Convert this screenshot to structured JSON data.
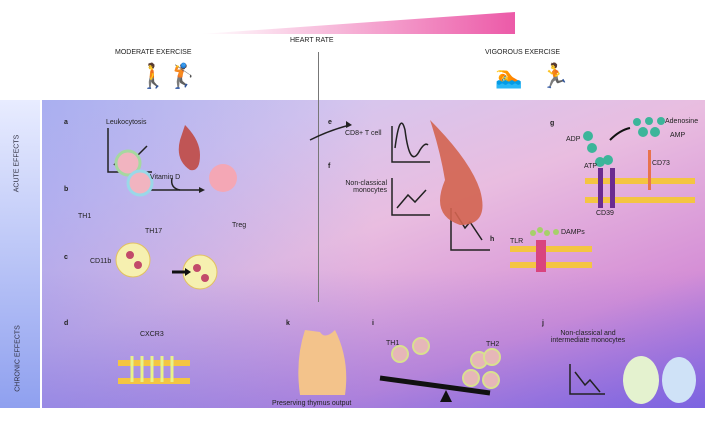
{
  "header": {
    "heart_rate": "HEART RATE",
    "moderate": "MODERATE EXERCISE",
    "vigorous": "VIGOROUS EXERCISE"
  },
  "side": {
    "acute": "ACUTE EFFECTS",
    "chronic": "CHRONIC EFFECTS"
  },
  "panels": {
    "a": {
      "letter": "a",
      "title": "Leukocytosis"
    },
    "b": {
      "letter": "b",
      "vitd": "Vitamin D",
      "th1": "TH1",
      "th17": "TH17",
      "treg": "Treg"
    },
    "c": {
      "letter": "c",
      "cd11b": "CD11b"
    },
    "d": {
      "letter": "d",
      "cxcr3": "CXCR3"
    },
    "e": {
      "letter": "e",
      "title": "CD8+ T cell"
    },
    "f": {
      "letter": "f",
      "title": "Non-classical monocytes"
    },
    "g": {
      "letter": "g",
      "adenosine": "Adenosine",
      "amp": "AMP",
      "adp": "ADP",
      "atp": "ATP",
      "cd73": "CD73",
      "cd39": "CD39"
    },
    "h": {
      "letter": "h",
      "damps": "DAMPs",
      "tlr": "TLR"
    },
    "i": {
      "letter": "i",
      "th1": "TH1",
      "th2": "TH2"
    },
    "j": {
      "letter": "j",
      "title": "Non-classical and intermediate monocytes"
    },
    "k": {
      "letter": "k",
      "caption": "Preserving thymus output"
    }
  }
}
